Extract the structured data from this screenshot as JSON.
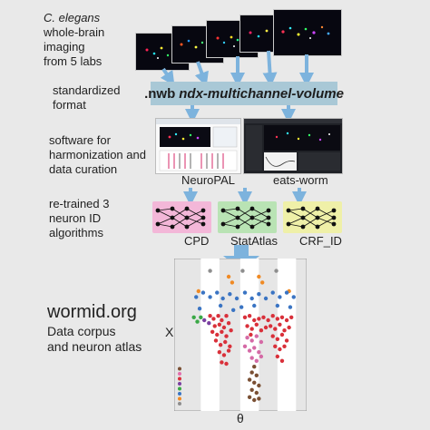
{
  "rows": {
    "imaging": {
      "line1": "C. elegans",
      "line2": "whole-brain",
      "line3": "imaging",
      "line4": "from 5 labs"
    },
    "format": {
      "line1": "standardized",
      "line2": "format",
      "bar_prefix": ".nwb",
      "bar_name": "ndx-multichannel-volume"
    },
    "software": {
      "line1": "software for",
      "line2": "harmonization and",
      "line3": "data curation",
      "tool1": "NeuroPAL",
      "tool2": "eats-worm"
    },
    "algorithms": {
      "line1": "re-trained 3",
      "line2": "neuron ID",
      "line3": "algorithms",
      "names": [
        "CPD",
        "StatAtlas",
        "CRF_ID"
      ],
      "colors": [
        "#f3b7d8",
        "#b9e3b4",
        "#eff0a8"
      ]
    },
    "atlas": {
      "site": "wormid.org",
      "line1": "Data corpus",
      "line2": "and neuron atlas",
      "y_label": "X",
      "x_label": "θ"
    }
  },
  "colors": {
    "arrow": "#7db3dd",
    "nwb_bar": "#a9c8d6",
    "background": "#e9e9e9"
  },
  "chart_data": {
    "type": "scatter",
    "xlabel": "θ",
    "ylabel": "X",
    "series": [
      {
        "color": "#8e8e8e",
        "points": [
          [
            0.2,
            0.06
          ],
          [
            0.48,
            0.06
          ],
          [
            0.77,
            0.06
          ]
        ]
      },
      {
        "color": "#f08a24",
        "points": [
          [
            0.36,
            0.1
          ],
          [
            0.39,
            0.14
          ],
          [
            0.62,
            0.1
          ],
          [
            0.65,
            0.14
          ],
          [
            0.1,
            0.2
          ],
          [
            0.88,
            0.2
          ]
        ]
      },
      {
        "color": "#3a74c3",
        "points": [
          [
            0.08,
            0.24
          ],
          [
            0.14,
            0.21
          ],
          [
            0.2,
            0.24
          ],
          [
            0.26,
            0.21
          ],
          [
            0.31,
            0.25
          ],
          [
            0.37,
            0.22
          ],
          [
            0.43,
            0.25
          ],
          [
            0.5,
            0.21
          ],
          [
            0.56,
            0.25
          ],
          [
            0.62,
            0.22
          ],
          [
            0.68,
            0.25
          ],
          [
            0.74,
            0.21
          ],
          [
            0.8,
            0.24
          ],
          [
            0.86,
            0.21
          ],
          [
            0.92,
            0.24
          ],
          [
            0.29,
            0.3
          ],
          [
            0.47,
            0.31
          ],
          [
            0.58,
            0.3
          ],
          [
            0.78,
            0.3
          ],
          [
            0.11,
            0.32
          ],
          [
            0.4,
            0.33
          ],
          [
            0.89,
            0.31
          ]
        ]
      },
      {
        "color": "#39a845",
        "points": [
          [
            0.06,
            0.38
          ],
          [
            0.09,
            0.41
          ],
          [
            0.12,
            0.38
          ]
        ]
      },
      {
        "color": "#7a3fa0",
        "points": [
          [
            0.15,
            0.4
          ],
          [
            0.19,
            0.42
          ]
        ]
      },
      {
        "color": "#d9303a",
        "points": [
          [
            0.2,
            0.37
          ],
          [
            0.23,
            0.39
          ],
          [
            0.27,
            0.37
          ],
          [
            0.3,
            0.4
          ],
          [
            0.34,
            0.37
          ],
          [
            0.24,
            0.44
          ],
          [
            0.28,
            0.43
          ],
          [
            0.32,
            0.45
          ],
          [
            0.36,
            0.42
          ],
          [
            0.22,
            0.48
          ],
          [
            0.26,
            0.5
          ],
          [
            0.3,
            0.48
          ],
          [
            0.34,
            0.51
          ],
          [
            0.38,
            0.47
          ],
          [
            0.25,
            0.54
          ],
          [
            0.29,
            0.57
          ],
          [
            0.33,
            0.55
          ],
          [
            0.37,
            0.58
          ],
          [
            0.28,
            0.62
          ],
          [
            0.32,
            0.64
          ],
          [
            0.36,
            0.61
          ],
          [
            0.3,
            0.69
          ],
          [
            0.34,
            0.7
          ],
          [
            0.5,
            0.38
          ],
          [
            0.54,
            0.37
          ],
          [
            0.58,
            0.4
          ],
          [
            0.62,
            0.39
          ],
          [
            0.66,
            0.38
          ],
          [
            0.7,
            0.4
          ],
          [
            0.74,
            0.37
          ],
          [
            0.78,
            0.39
          ],
          [
            0.82,
            0.38
          ],
          [
            0.86,
            0.4
          ],
          [
            0.9,
            0.38
          ],
          [
            0.72,
            0.44
          ],
          [
            0.76,
            0.46
          ],
          [
            0.8,
            0.43
          ],
          [
            0.84,
            0.47
          ],
          [
            0.88,
            0.45
          ],
          [
            0.74,
            0.51
          ],
          [
            0.78,
            0.53
          ],
          [
            0.82,
            0.5
          ],
          [
            0.86,
            0.54
          ],
          [
            0.76,
            0.58
          ],
          [
            0.8,
            0.6
          ],
          [
            0.84,
            0.58
          ],
          [
            0.78,
            0.65
          ],
          [
            0.82,
            0.68
          ],
          [
            0.52,
            0.44
          ],
          [
            0.56,
            0.46
          ],
          [
            0.6,
            0.43
          ],
          [
            0.64,
            0.47
          ],
          [
            0.68,
            0.45
          ],
          [
            0.55,
            0.5
          ]
        ]
      },
      {
        "color": "#d56aa6",
        "points": [
          [
            0.52,
            0.52
          ],
          [
            0.56,
            0.54
          ],
          [
            0.6,
            0.51
          ],
          [
            0.64,
            0.55
          ],
          [
            0.5,
            0.58
          ],
          [
            0.54,
            0.61
          ],
          [
            0.58,
            0.59
          ],
          [
            0.62,
            0.62
          ],
          [
            0.56,
            0.66
          ],
          [
            0.6,
            0.68
          ],
          [
            0.64,
            0.65
          ]
        ]
      },
      {
        "color": "#7a4f33",
        "points": [
          [
            0.58,
            0.72
          ],
          [
            0.56,
            0.76
          ],
          [
            0.6,
            0.78
          ],
          [
            0.54,
            0.81
          ],
          [
            0.58,
            0.83
          ],
          [
            0.62,
            0.85
          ],
          [
            0.56,
            0.88
          ],
          [
            0.6,
            0.9
          ],
          [
            0.54,
            0.93
          ],
          [
            0.58,
            0.95
          ],
          [
            0.62,
            0.94
          ]
        ]
      }
    ],
    "bands": [
      [
        0.12,
        0.28
      ],
      [
        0.46,
        0.62
      ],
      [
        0.78,
        0.94
      ]
    ],
    "legend_dots": [
      "#7a4f33",
      "#e36fae",
      "#d9303a",
      "#7a3fa0",
      "#39a845",
      "#3a74c3",
      "#f08a24",
      "#8e8e8e"
    ]
  }
}
